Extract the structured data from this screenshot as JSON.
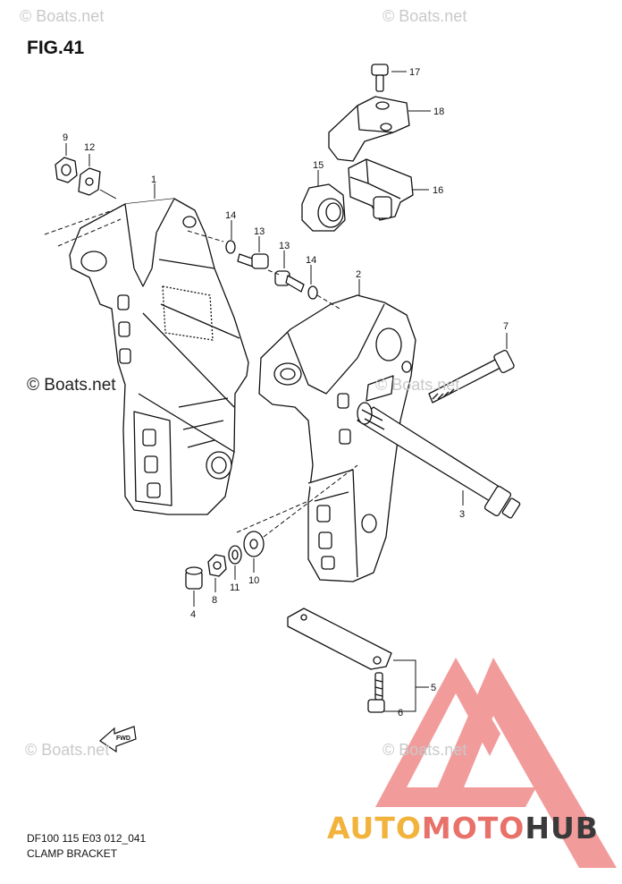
{
  "figure": {
    "title": "FIG.41",
    "code": "DF100 115 E03 012_041",
    "name": "CLAMP BRACKET",
    "direction_label": "FWD"
  },
  "watermarks": {
    "top_left": "© Boats.net",
    "top_right": "© Boats.net",
    "mid_left": "© Boats.net",
    "mid_right": "© Boats.net",
    "bottom_left": "© Boats.net",
    "bottom_right": "© Boats.net"
  },
  "brand": {
    "part1": "AUTO",
    "part2": "MOTO",
    "part3": "HUB",
    "color1": "#f2b33d",
    "color2": "#e8716a",
    "color3": "#3a3a3a",
    "logo_color": "#f08a8a"
  },
  "callouts": [
    "1",
    "2",
    "3",
    "4",
    "5",
    "6",
    "7",
    "8",
    "9",
    "10",
    "11",
    "12",
    "13",
    "13",
    "14",
    "14",
    "15",
    "16",
    "17",
    "18"
  ]
}
